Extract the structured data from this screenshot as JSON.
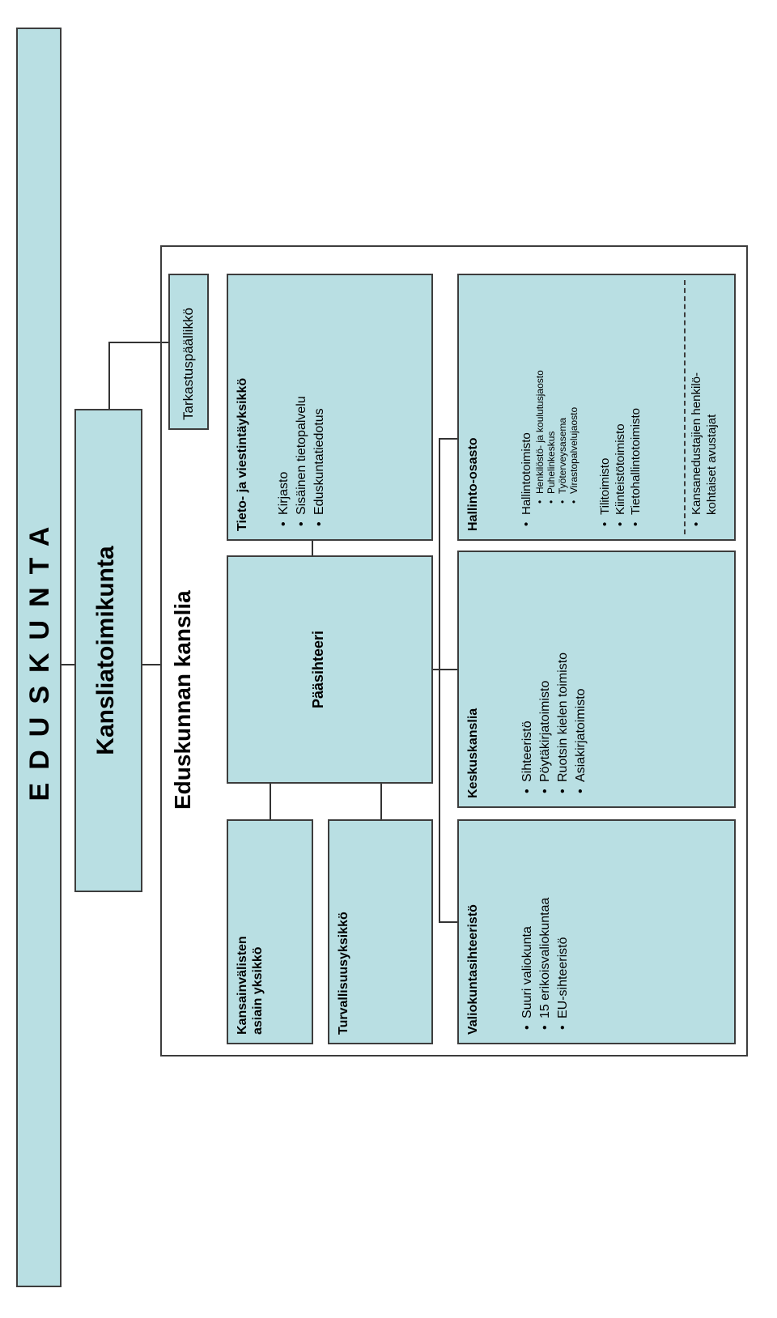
{
  "org": {
    "root": "EDUSKUNTA",
    "board": "Kansliatoimikunta",
    "office": "Eduskunnan kanslia",
    "auditor": "Tarkastuspäällikkö",
    "secretary_general": "Pääsihteeri",
    "info_unit": {
      "title": "Tieto- ja viestintäyksikkö",
      "items": [
        "Kirjasto",
        "Sisäinen tietopalvelu",
        "Eduskuntatiedotus"
      ]
    },
    "international_unit": {
      "title_line1": "Kansainvälisten",
      "title_line2": "asiain yksikkö"
    },
    "security_unit": {
      "title": "Turvallisuusyksikkö"
    },
    "committee_secretariat": {
      "title": "Valiokuntasihteeristö",
      "items": [
        "Suuri valiokunta",
        "15 erikoisvaliokuntaa",
        "EU-sihteeristö"
      ]
    },
    "central_office": {
      "title": "Keskuskanslia",
      "items": [
        "Sihteeristö",
        "Pöytäkirjatoimisto",
        "Ruotsin kielen toimisto",
        "Asiakirjatoimisto"
      ]
    },
    "administration": {
      "title": "Hallinto-osasto",
      "main_item": "Hallintotoimisto",
      "sub_items": [
        "Henkilöstö- ja koulutusjaosto",
        "Puhelinkeskus",
        "Työterveysasema",
        "Virastopalvelujaosto"
      ],
      "other_items": [
        "Tilitoimisto",
        "Kiinteistötoimisto",
        "Tietohallintotoimisto"
      ],
      "assistants_line1": "Kansanedustajien henkilö-",
      "assistants_line2": "kohtaiset avustajat"
    }
  }
}
